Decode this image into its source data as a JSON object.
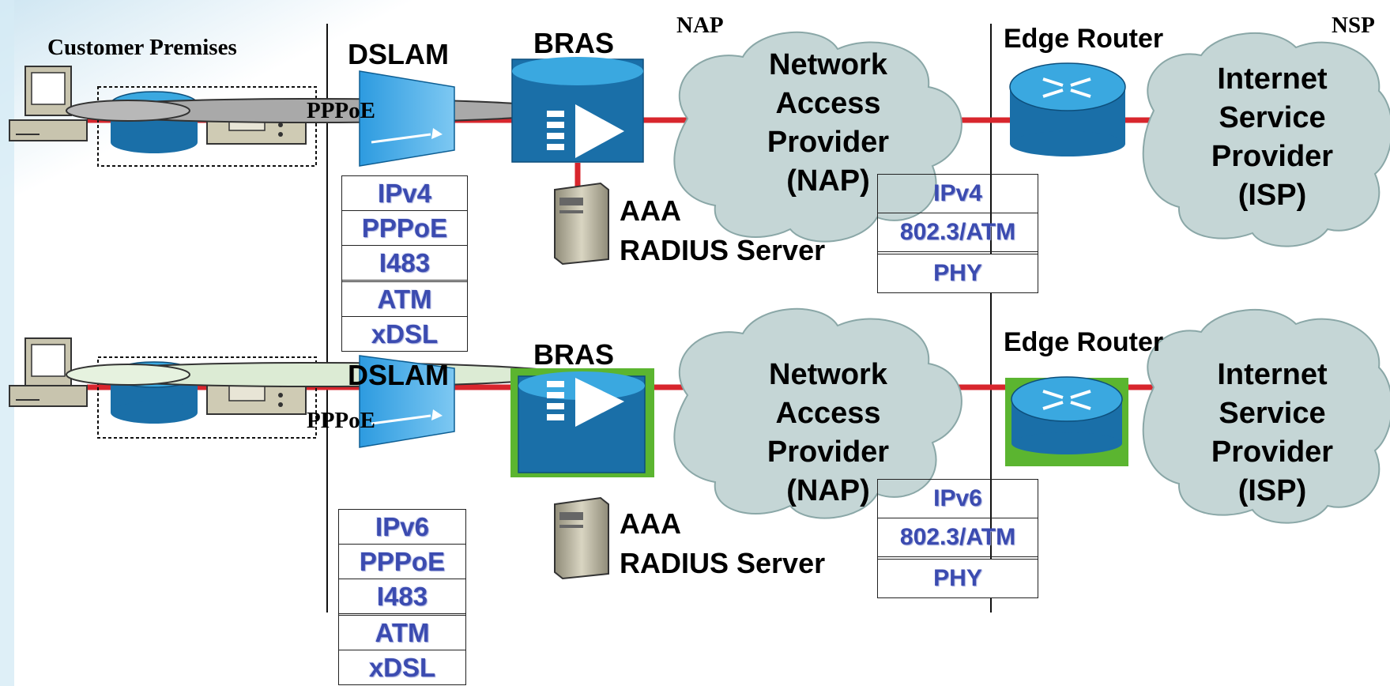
{
  "labels": {
    "customer_premises": "Customer Premises",
    "nap": "NAP",
    "nsp": "NSP",
    "dslam": "DSLAM",
    "bras": "BRAS",
    "edge_router": "Edge Router",
    "aaa": "AAA",
    "radius_server": "RADIUS Server",
    "pppoe": "PPPoE"
  },
  "clouds": {
    "nap": [
      "Network",
      "Access",
      "Provider",
      "(NAP)"
    ],
    "isp": [
      "Internet",
      "Service",
      "Provider",
      "(ISP)"
    ]
  },
  "top": {
    "dslam_stack": [
      "IPv4",
      "PPPoE",
      "I483",
      "ATM",
      "xDSL"
    ],
    "provider_stack": [
      "IPv4",
      "802.3/ATM",
      "PHY"
    ]
  },
  "bottom": {
    "dslam_stack": [
      "IPv6",
      "PPPoE",
      "I483",
      "ATM",
      "xDSL"
    ],
    "provider_stack": [
      "IPv6",
      "802.3/ATM",
      "PHY"
    ]
  },
  "colors": {
    "link": "#d8262d",
    "device_blue": "#1f86c4",
    "cloud": "#c5d6d6",
    "tunnel_ipv4": "#a9a9a9",
    "tunnel_ipv6": "#dcebd4",
    "ipv6_highlight": "#5bb530",
    "stack_text": "#3b4bb0"
  }
}
